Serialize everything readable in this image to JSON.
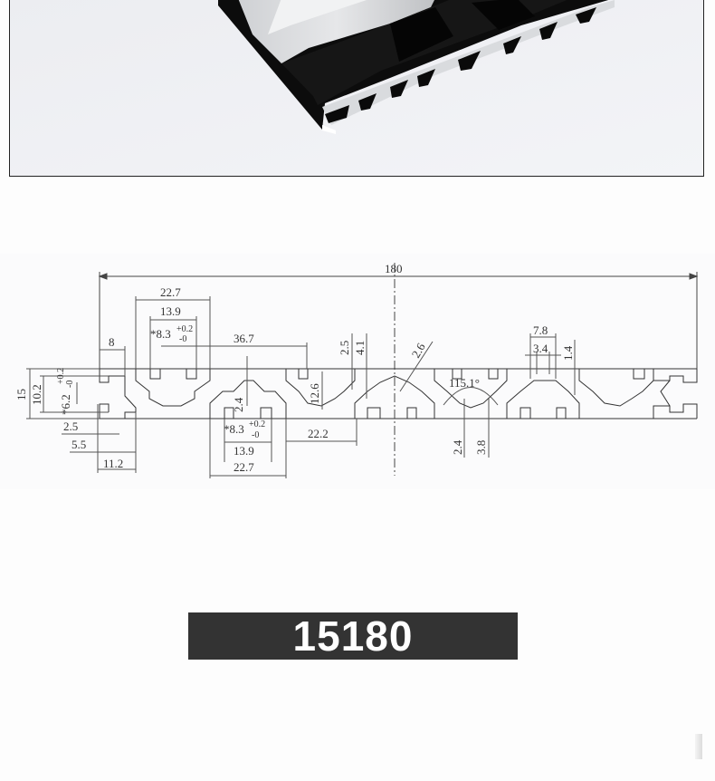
{
  "photo": {
    "description": "black anodized 15180 aluminum extrusion profile",
    "background_color": "#eeeff3",
    "profile_color": "#111111"
  },
  "drawing": {
    "overall_width": "180",
    "dimensions": {
      "top_left_slot_outer": "22.7",
      "top_left_slot_inner": "13.9",
      "top_left_slot_opening": "*8.3",
      "top_left_slot_tol_plus": "+0.2",
      "top_left_slot_tol_minus": "-0",
      "edge_8": "8",
      "pitch_36_7": "36.7",
      "depth_2_5": "2.5",
      "depth_4_1": "4.1",
      "chamfer_2_6": "2.6",
      "height_15": "15",
      "height_10_2": "10.2",
      "end_slot_opening": "*6.2",
      "end_slot_tol_plus": "+0.2",
      "end_slot_tol_minus": "-0",
      "wall_2_5": "2.5",
      "wall_5_5": "5.5",
      "width_11_2": "11.2",
      "rib_2_4": "2.4",
      "slot_depth_12_6": "12.6",
      "bottom_slot_opening": "*8.3",
      "bottom_slot_tol_plus": "+0.2",
      "bottom_slot_tol_minus": "-0",
      "bottom_slot_inner": "13.9",
      "bottom_slot_outer": "22.7",
      "spacing_22_2": "22.2",
      "angle": "115.1°",
      "groove_2_4": "2.4",
      "groove_3_8": "3.8",
      "groove_7_8": "7.8",
      "groove_3_4": "3.4",
      "groove_1_4": "1.4"
    }
  },
  "model": {
    "label": "15180",
    "background_color": "#333333",
    "text_color": "#ffffff"
  }
}
